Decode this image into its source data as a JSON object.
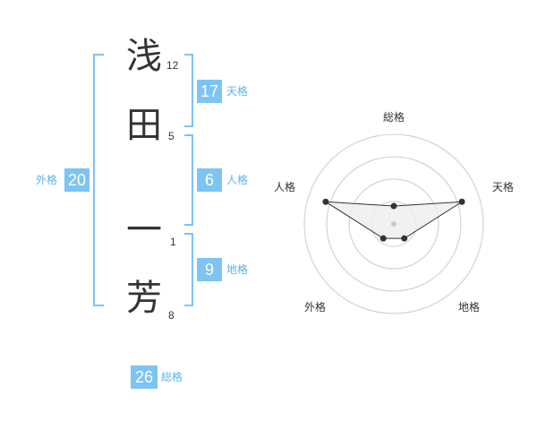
{
  "name": {
    "chars": [
      "浅",
      "田",
      "一",
      "芳"
    ],
    "strokes": [
      "12",
      "5",
      "1",
      "8"
    ]
  },
  "scores": {
    "tenkaku": {
      "value": "17",
      "label": "天格"
    },
    "jinkaku": {
      "value": "6",
      "label": "人格"
    },
    "chikaku": {
      "value": "9",
      "label": "地格"
    },
    "gaikaku": {
      "value": "20",
      "label": "外格"
    },
    "soukaku": {
      "value": "26",
      "label": "総格"
    }
  },
  "radar": {
    "labels": [
      "総格",
      "天格",
      "地格",
      "外格",
      "人格"
    ],
    "levels": 4,
    "values": [
      1,
      4,
      1,
      1,
      4
    ],
    "max": 5
  },
  "colors": {
    "accent": "#7cc4f2",
    "accent_text": "#5bb3ec",
    "text": "#333333",
    "grid": "#cccccc",
    "polygon_fill": "#eeeeee",
    "point": "#333333"
  }
}
